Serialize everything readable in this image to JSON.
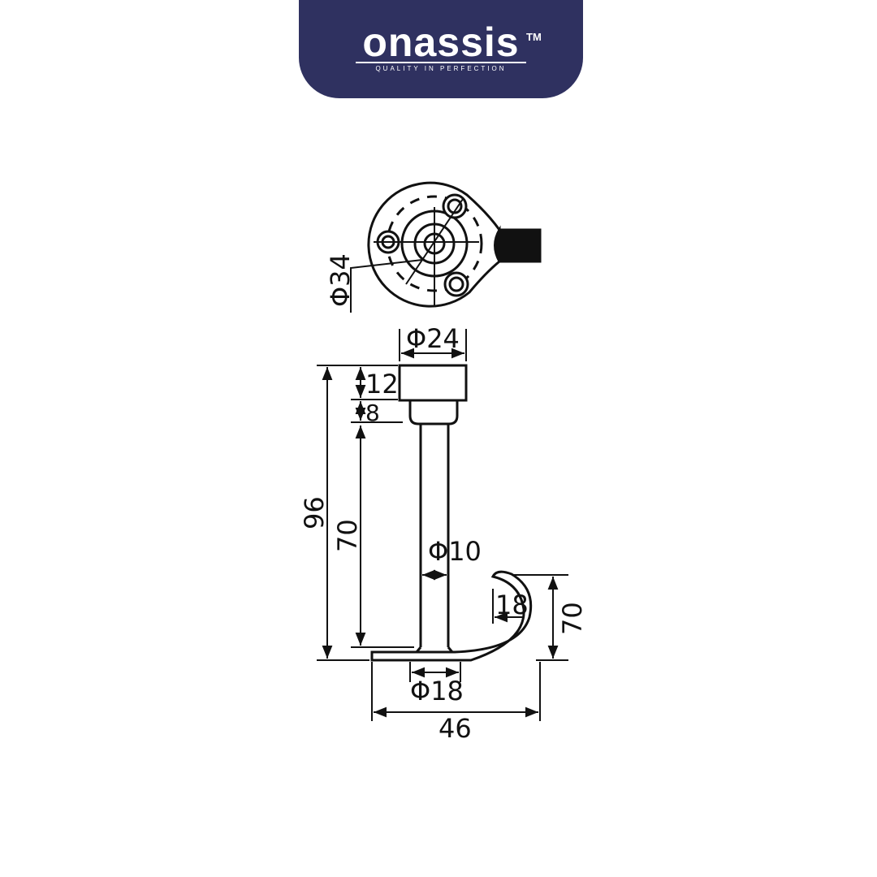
{
  "logo": {
    "brand": "onassis",
    "trademark": "TM",
    "tagline": "QUALITY IN PERFECTION"
  },
  "dimensions": {
    "base_diameter": "Φ34",
    "cap_diameter": "Φ24",
    "cap_height": "12",
    "neck_height": "8",
    "total_height": "96",
    "shaft_length": "70",
    "shaft_diameter": "Φ10",
    "hook_depth": "18",
    "hook_height": "70",
    "foot_diameter": "Φ18",
    "total_width": "46"
  }
}
